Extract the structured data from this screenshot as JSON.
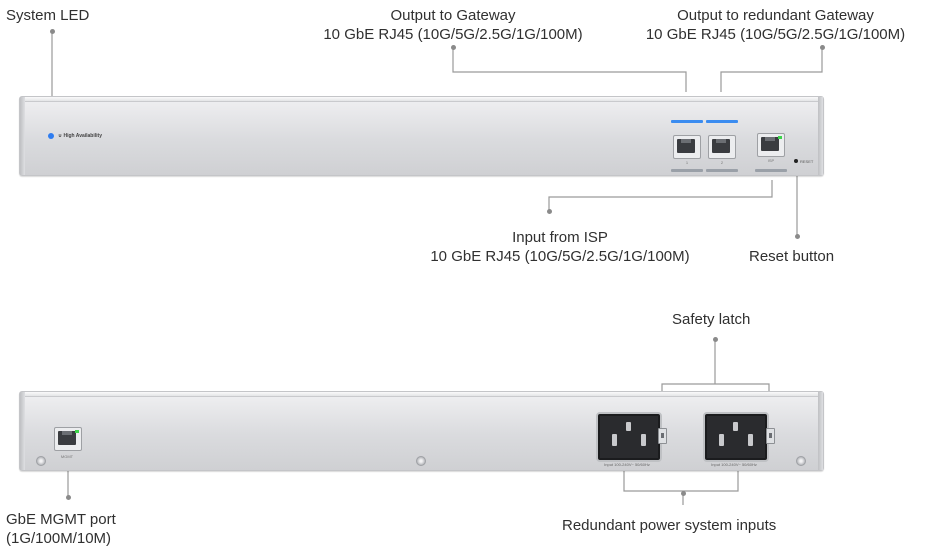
{
  "labels": {
    "system_led": "System LED",
    "output_gateway_title": "Output to Gateway",
    "output_gateway_spec": "10 GbE RJ45 (10G/5G/2.5G/1G/100M)",
    "output_redundant_title": "Output to redundant Gateway",
    "output_redundant_spec": "10 GbE RJ45 (10G/5G/2.5G/1G/100M)",
    "input_isp_title": "Input from ISP",
    "input_isp_spec": "10 GbE RJ45 (10G/5G/2.5G/1G/100M)",
    "reset_button": "Reset button",
    "safety_latch": "Safety latch",
    "mgmt_title": "GbE MGMT port",
    "mgmt_spec": "(1G/100M/10M)",
    "redundant_power": "Redundant power system inputs"
  },
  "front_panel": {
    "brand_text": "High Availability",
    "port_labels": [
      "1",
      "2",
      "ISP"
    ],
    "reset_text": "RESET",
    "colors": {
      "system_led": "#2f7df0",
      "active_port_bar": "#3b8cf0",
      "link_led": "#3cd34a"
    }
  },
  "rear_panel": {
    "mgmt_caption": "MGMT",
    "psu_captions": [
      "Input 100-240V~ 50/60Hz",
      "Input 100-240V~ 50/60Hz"
    ]
  }
}
